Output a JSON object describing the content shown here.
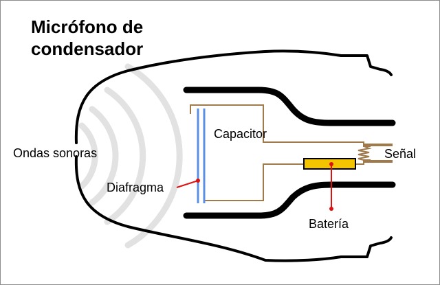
{
  "title": {
    "line1": "Micrófono de",
    "line2": "condensador"
  },
  "labels": {
    "capacitor": "Capacitor",
    "sound_waves": "Ondas sonoras",
    "signal": "Señal",
    "diaphragm": "Diafragma",
    "battery": "Batería"
  },
  "colors": {
    "background": "#ffffff",
    "outline": "#000000",
    "sound_waves": "#e2e2e2",
    "wire": "#a07a4a",
    "diaphragm": "#5b8fe6",
    "battery_fill": "#f5c400",
    "pointer": "#e01010"
  }
}
